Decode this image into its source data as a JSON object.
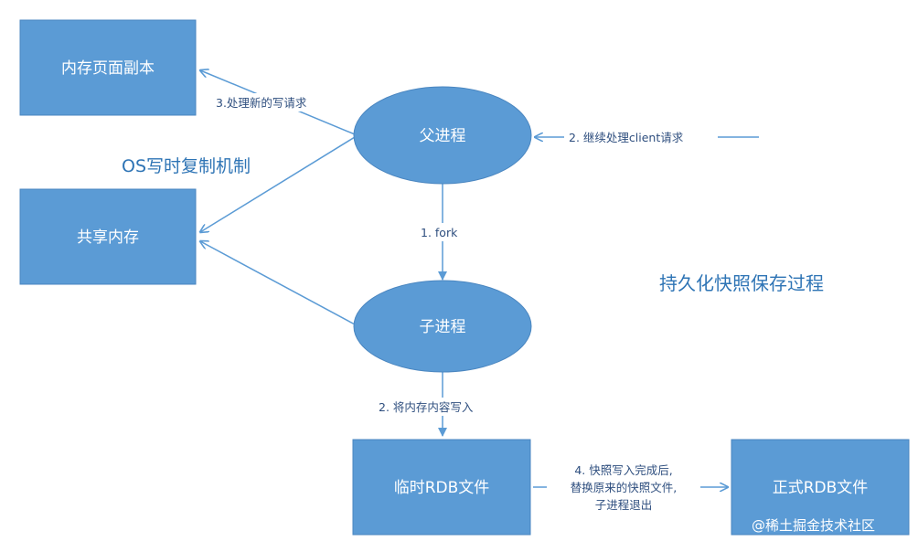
{
  "nodes": {
    "memory_copy": "内存页面副本",
    "shared_memory": "共享内存",
    "parent_process": "父进程",
    "child_process": "子进程",
    "temp_rdb": "临时RDB文件",
    "final_rdb": "正式RDB文件"
  },
  "edges": {
    "fork": "1. fork",
    "continue_client": "2. 继续处理client请求",
    "write_memory": "2. 将内存内容写入",
    "handle_write": "3.处理新的写请求",
    "replace_line1": "4. 快照写入完成后,",
    "replace_line2": "替换原来的快照文件,",
    "replace_line3": "子进程退出"
  },
  "annotations": {
    "cow": "OS写时复制机制",
    "title": "持久化快照保存过程"
  },
  "watermark": "@稀土掘金技术社区",
  "colors": {
    "node_fill": "#5b9bd5",
    "node_stroke": "#4a86c0",
    "edge": "#5b9bd5",
    "label_text": "#2f4f7f",
    "note_text": "#2e74b5"
  }
}
